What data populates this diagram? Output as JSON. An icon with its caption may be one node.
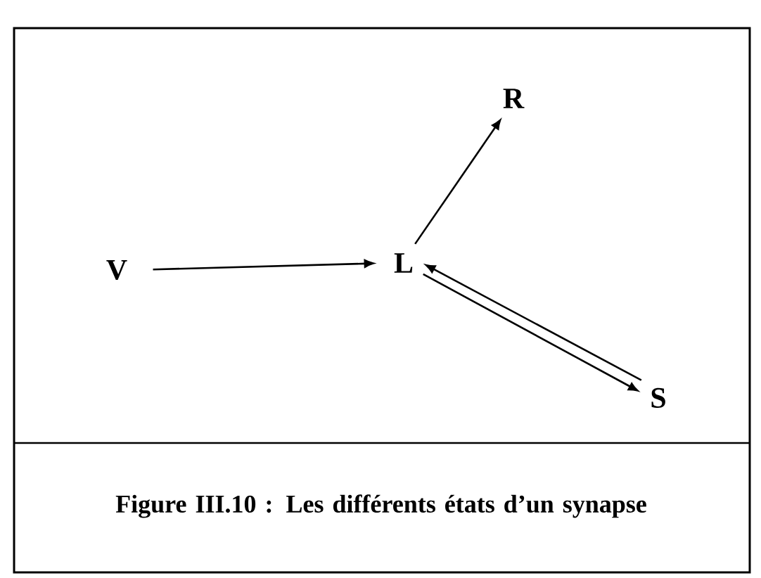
{
  "diagram": {
    "caption": "Figure III.10 : Les différents états d’un synapse",
    "nodes": [
      {
        "text": [
          "V"
        ]
      },
      {
        "text": [
          "L"
        ]
      },
      {
        "text": [
          "R"
        ]
      },
      {
        "text": [
          "S"
        ]
      }
    ],
    "edges": [
      {
        "from": 0,
        "to": 1,
        "arrow": "to"
      },
      {
        "from": 1,
        "to": 2,
        "arrow": "to"
      },
      {
        "from": 3,
        "to": 1,
        "arrow": "to"
      },
      {
        "from": 1,
        "to": 3,
        "arrow": "to"
      }
    ]
  }
}
